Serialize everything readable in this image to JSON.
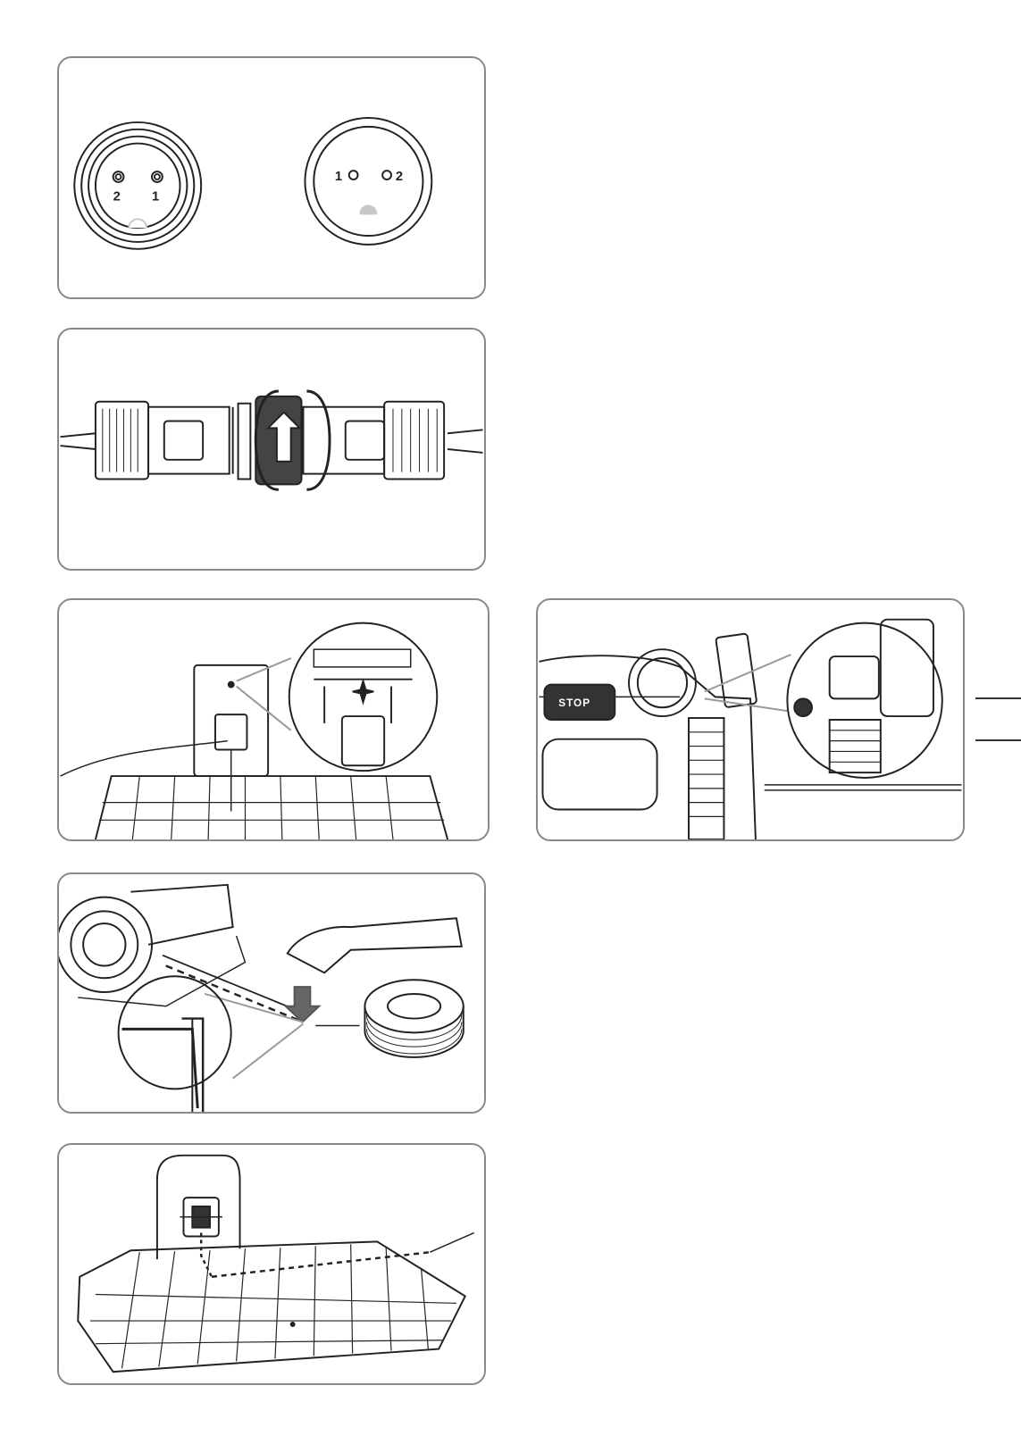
{
  "connector": {
    "male_pin_left": "2",
    "male_pin_right": "1",
    "female_pin_left": "1",
    "female_pin_right": "2"
  },
  "robot": {
    "stop_label": "STOP"
  },
  "colors": {
    "frame": "#8a8a8a",
    "line": "#222222",
    "key_marker": "#c8c8c8"
  }
}
